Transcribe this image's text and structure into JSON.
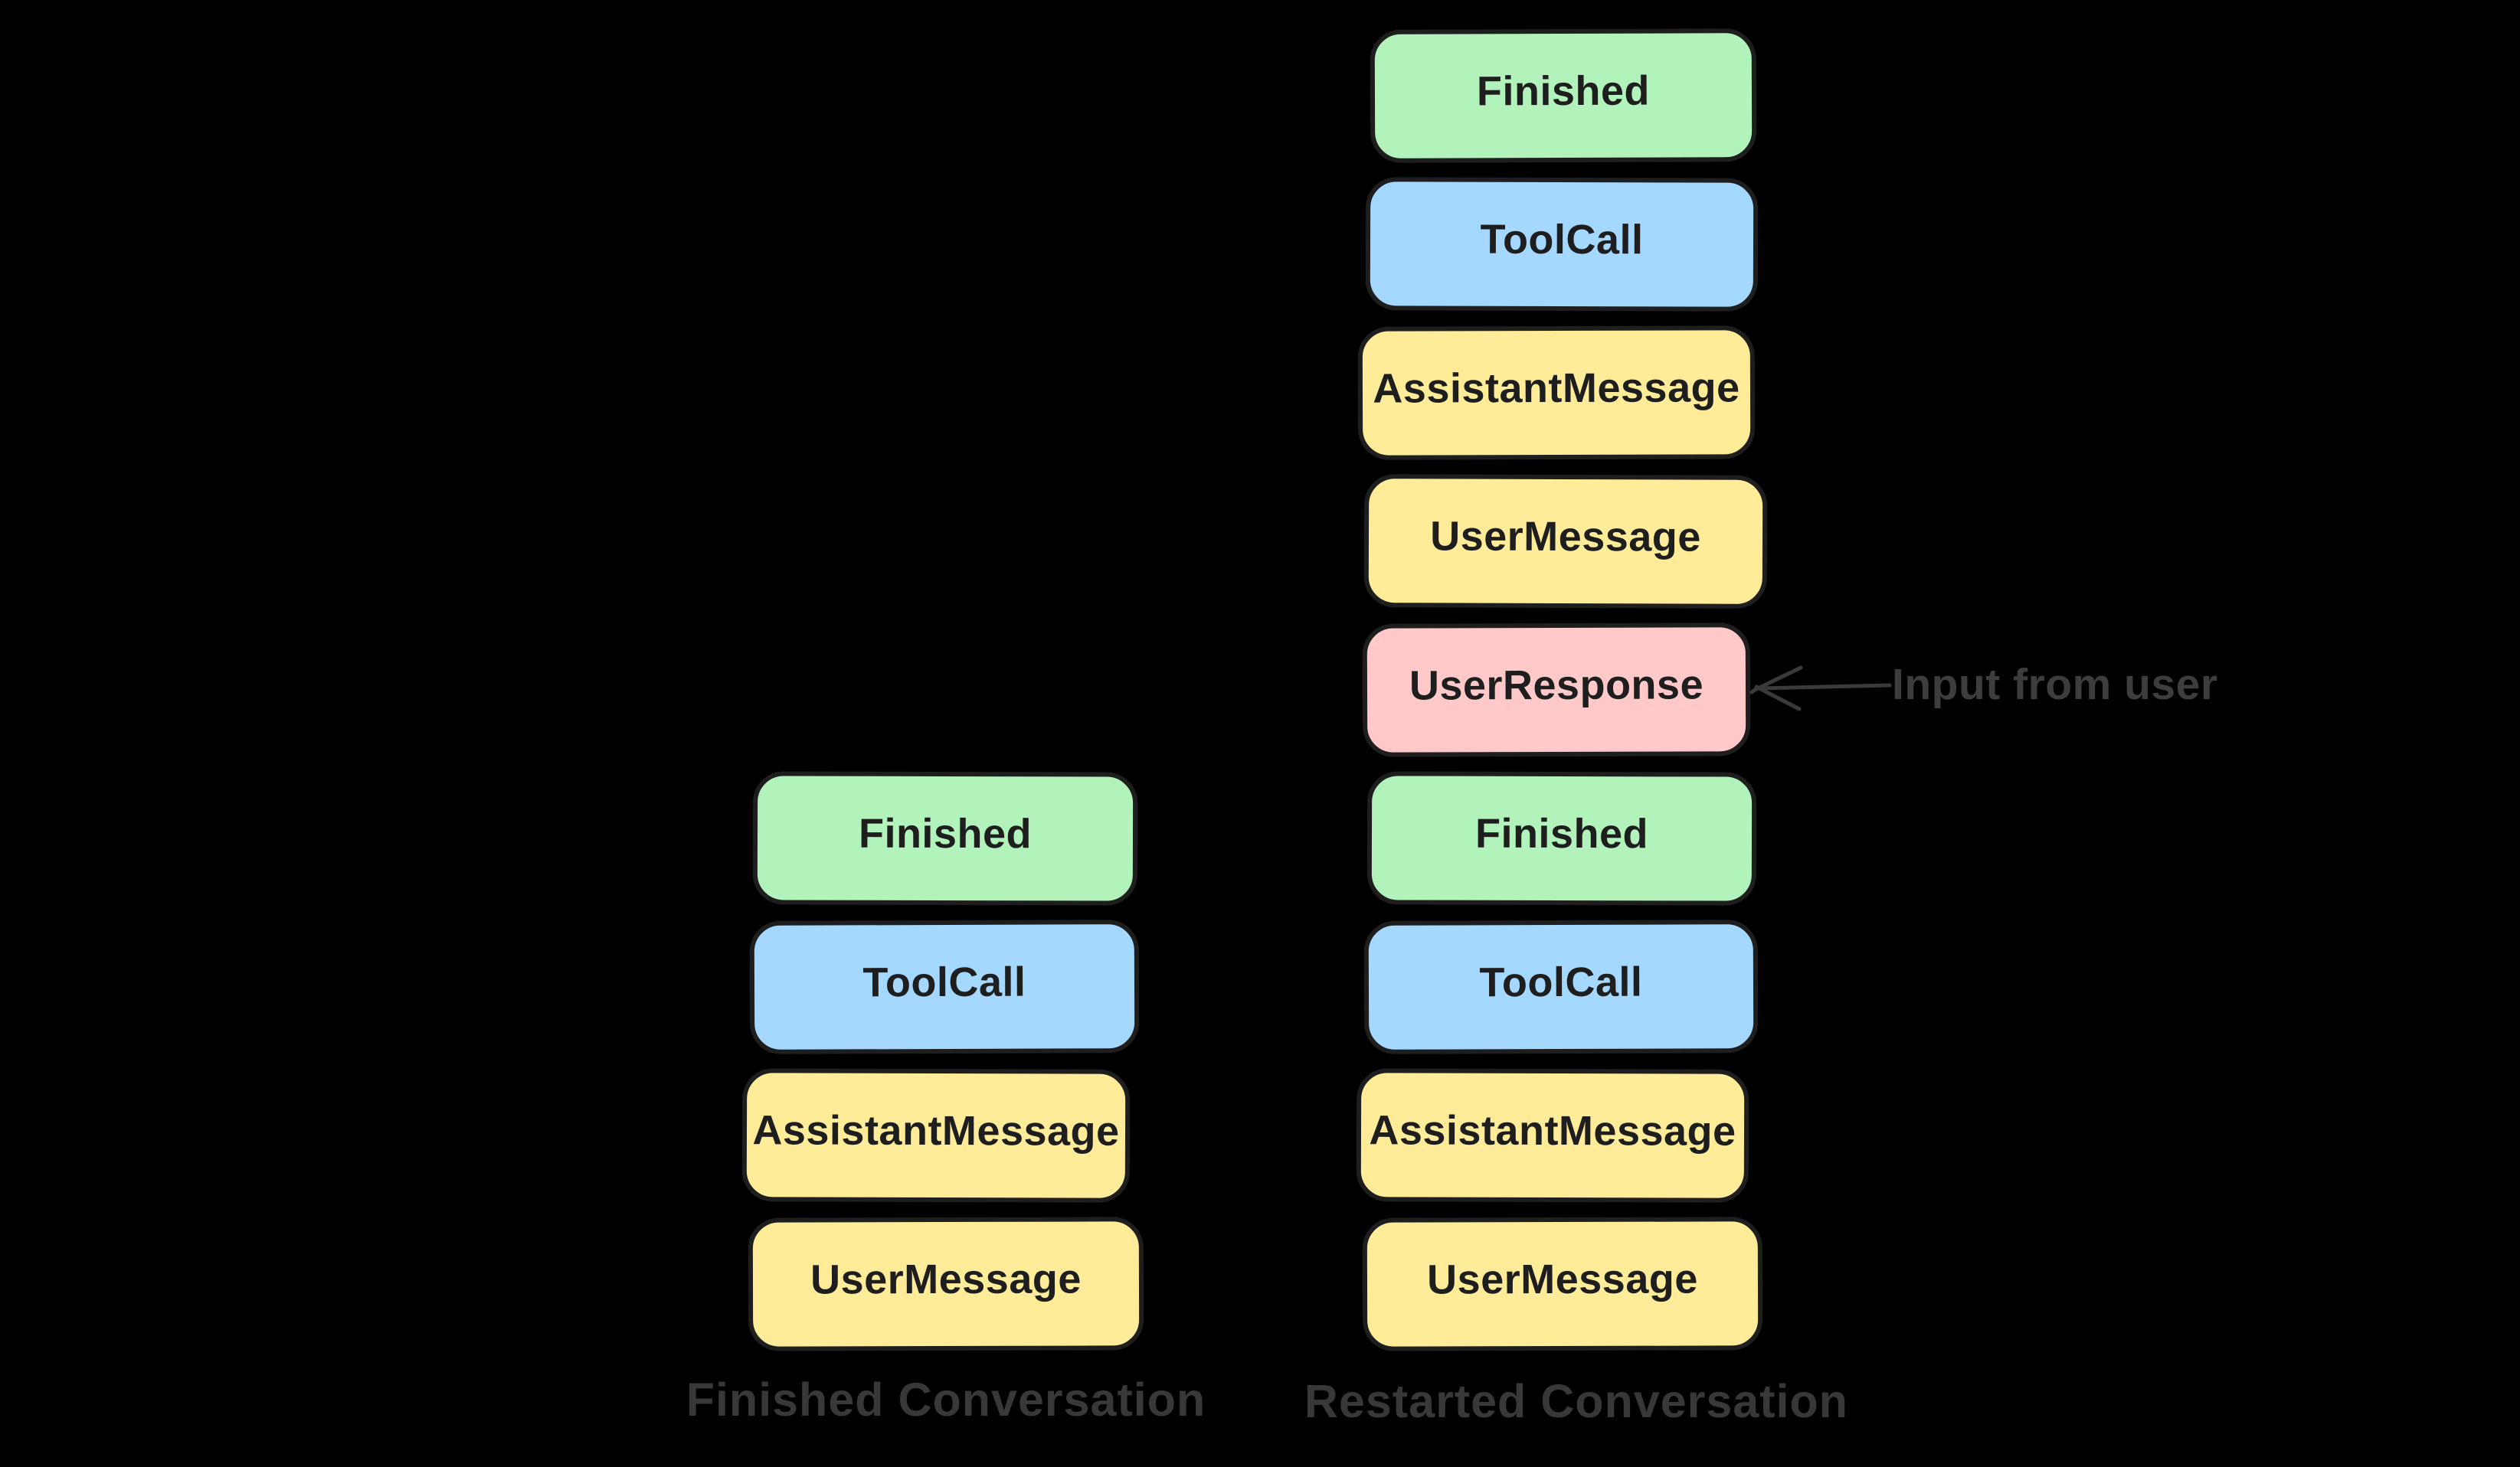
{
  "background": "#000000",
  "stroke_color": "#1e1e1e",
  "node_text_color": "#1e1e1e",
  "muted_text_color": "#383838",
  "node_colors": {
    "green": "#b2f2bb",
    "blue": "#a5d8ff",
    "yellow": "#ffec99",
    "pink": "#ffc9c9"
  },
  "left_stack": {
    "caption": "Finished Conversation",
    "boxes": [
      {
        "label": "Finished",
        "color": "green"
      },
      {
        "label": "ToolCall",
        "color": "blue"
      },
      {
        "label": "AssistantMessage",
        "color": "yellow"
      },
      {
        "label": "UserMessage",
        "color": "yellow"
      }
    ]
  },
  "right_stack": {
    "caption": "Restarted Conversation",
    "boxes": [
      {
        "label": "Finished",
        "color": "green"
      },
      {
        "label": "ToolCall",
        "color": "blue"
      },
      {
        "label": "AssistantMessage",
        "color": "yellow"
      },
      {
        "label": "UserMessage",
        "color": "yellow"
      },
      {
        "label": "UserResponse",
        "color": "pink"
      },
      {
        "label": "Finished",
        "color": "green"
      },
      {
        "label": "ToolCall",
        "color": "blue"
      },
      {
        "label": "AssistantMessage",
        "color": "yellow"
      },
      {
        "label": "UserMessage",
        "color": "yellow"
      }
    ]
  },
  "annotation": {
    "label": "Input from user",
    "points_to": "UserResponse",
    "arrow_icon": "left-arrow-icon"
  }
}
